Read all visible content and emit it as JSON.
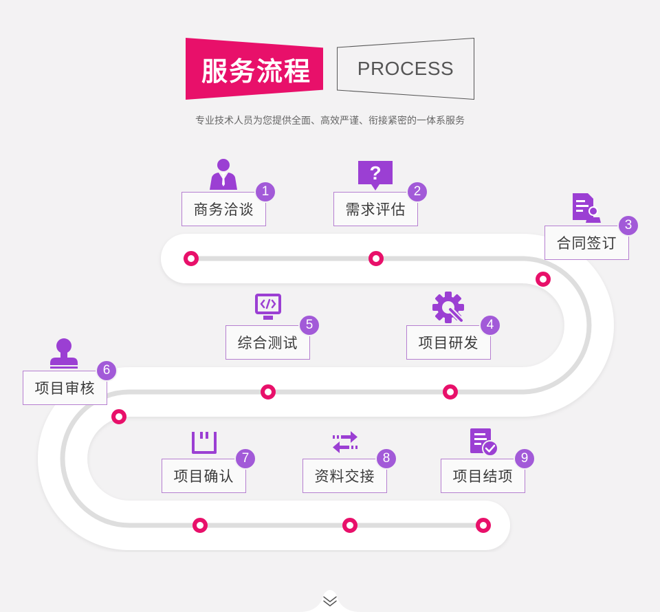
{
  "header": {
    "title_cn": "服务流程",
    "title_en": "PROCESS",
    "subtitle": "专业技术人员为您提供全面、高效严谨、衔接紧密的一体系服务"
  },
  "colors": {
    "accent": "#e8106a",
    "purple": "#a25ad8",
    "track": "#ffffff",
    "background": "#f3f2f3"
  },
  "steps": [
    {
      "num": "1",
      "label": "商务洽谈",
      "icon": "businessman-icon"
    },
    {
      "num": "2",
      "label": "需求评估",
      "icon": "question-bubble-icon"
    },
    {
      "num": "3",
      "label": "合同签订",
      "icon": "contract-icon"
    },
    {
      "num": "4",
      "label": "项目研发",
      "icon": "gear-wrench-icon"
    },
    {
      "num": "5",
      "label": "综合测试",
      "icon": "code-monitor-icon"
    },
    {
      "num": "6",
      "label": "项目审核",
      "icon": "stamp-icon"
    },
    {
      "num": "7",
      "label": "项目确认",
      "icon": "tray-icon"
    },
    {
      "num": "8",
      "label": "资料交接",
      "icon": "exchange-arrows-icon"
    },
    {
      "num": "9",
      "label": "项目结项",
      "icon": "check-document-icon"
    }
  ]
}
